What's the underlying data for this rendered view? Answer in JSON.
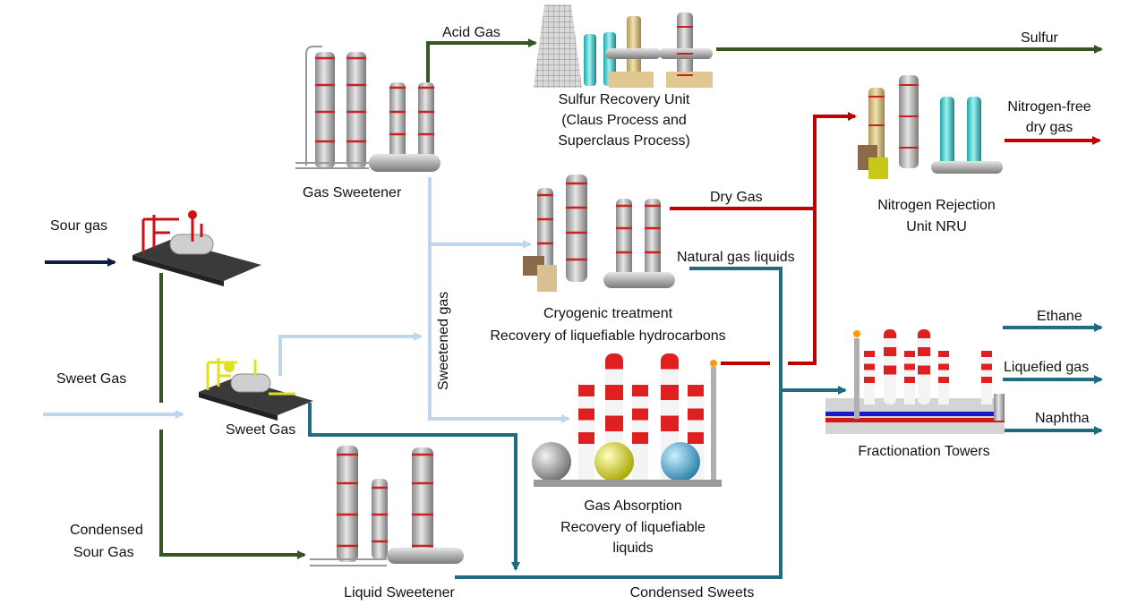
{
  "colors": {
    "sour_arrow": "#0b1f44",
    "acid_green": "#375623",
    "sweet_blue": "#bdd7ee",
    "dry_red": "#c00000",
    "ngl_teal": "#1f6b80",
    "steel": "#b8b8b8",
    "band_red": "#cc1f1f"
  },
  "labels": {
    "sour_gas": "Sour gas",
    "sweet_gas_left": "Sweet Gas",
    "sweet_gas_unit": "Sweet Gas",
    "condensed_sour_1": "Condensed",
    "condensed_sour_2": "Sour Gas",
    "gas_sweetener": "Gas Sweetener",
    "acid_gas": "Acid Gas",
    "sru_1": "Sulfur Recovery Unit",
    "sru_2": "(Claus Process and",
    "sru_3": "Superclaus Process)",
    "sulfur": "Sulfur",
    "sweetened_gas": "Sweetened gas",
    "dry_gas": "Dry Gas",
    "ngl": "Natural gas liquids",
    "cryo_1": "Cryogenic treatment",
    "cryo_2": "Recovery of liquefiable hydrocarbons",
    "nru_1": "Nitrogen Rejection",
    "nru_2": "Unit NRU",
    "nfree_1": "Nitrogen-free",
    "nfree_2": "dry gas",
    "ethane": "Ethane",
    "liquefied_gas": "Liquefied gas",
    "naphtha": "Naphtha",
    "fractionation": "Fractionation Towers",
    "absorption_1": "Gas Absorption",
    "absorption_2": "Recovery of liquefiable",
    "absorption_3": "liquids",
    "liquid_sweetener": "Liquid Sweetener",
    "condensed_sweets": "Condensed Sweets"
  }
}
